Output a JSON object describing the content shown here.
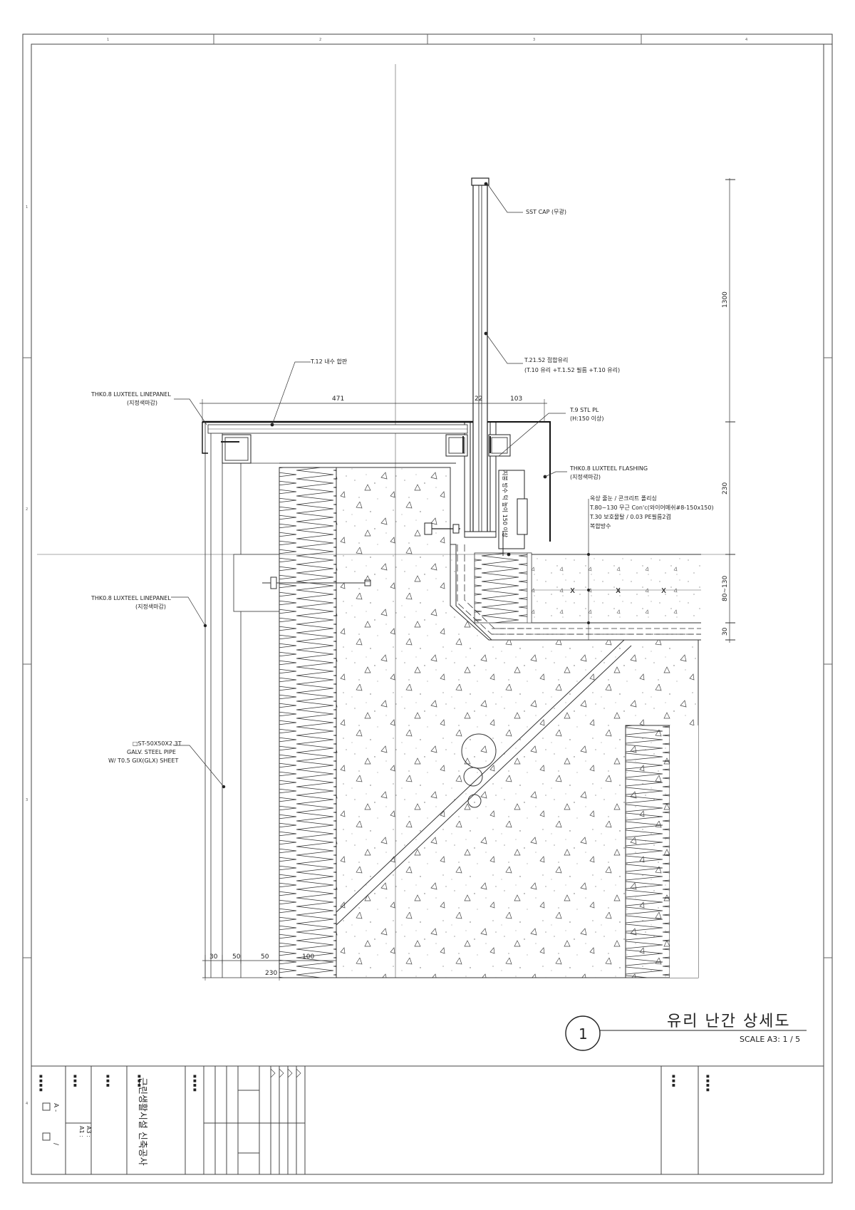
{
  "drawing": {
    "title": "유리 난간 상세도",
    "number": "1",
    "scale": "SCALE A3:  1 / 5"
  },
  "annotations": {
    "sst_cap": "SST CAP (무광)",
    "glass_1": "T.21.52 접합유리",
    "glass_2": "(T.10 유리 +T.1.52 필름 +T.10 유리)",
    "plywood": "T.12 내수 합판",
    "linepanel_top_1": "THK0.8 LUXTEEL LINEPANEL",
    "linepanel_top_2": "(지정색마감)",
    "stl_pl_1": "T.9 STL PL",
    "stl_pl_2": "(H:150 이상)",
    "flashing_1": "THK0.8 LUXTEEL FLASHING",
    "flashing_2": "(지정색마감)",
    "roof_1": "옥상 줄눈 / 콘크리트 폴리싱",
    "roof_2": "T.80~130 무근 Con'c(와이어메쉬#8-150x150)",
    "roof_3": "T.30 보호몰탈 / 0.03 PE필름2겹",
    "roof_4": "복합방수",
    "linepanel_mid_1": "THK0.8 LUXTEEL LINEPANEL",
    "linepanel_mid_2": "(지정색마감)",
    "pipe_1": "□ST-50X50X2.3T",
    "pipe_2": "GALV. STEEL PIPE",
    "pipe_3": "W/ T0.5 GIX(GLX) SHEET",
    "vertical_note": "지붕 방수 턱 높이 150 이상"
  },
  "dimensions": {
    "d471": "471",
    "d22": "22",
    "d103": "103",
    "d1300": "1300",
    "d230v": "230",
    "d80_130": "80~130",
    "d30v": "30",
    "d30": "30",
    "d50a": "50",
    "d50b": "50",
    "d100": "100",
    "d230": "230"
  },
  "title_block": {
    "project": "근린생활시설 신축공사",
    "sheet_ref": "A - ",
    "paper_1": "A1 :",
    "paper_2": "A3 :",
    "page_sep": "/"
  },
  "border_marks": {
    "top": [
      "1",
      "2",
      "3",
      "4"
    ],
    "side": [
      "1",
      "2",
      "3",
      "4"
    ]
  }
}
